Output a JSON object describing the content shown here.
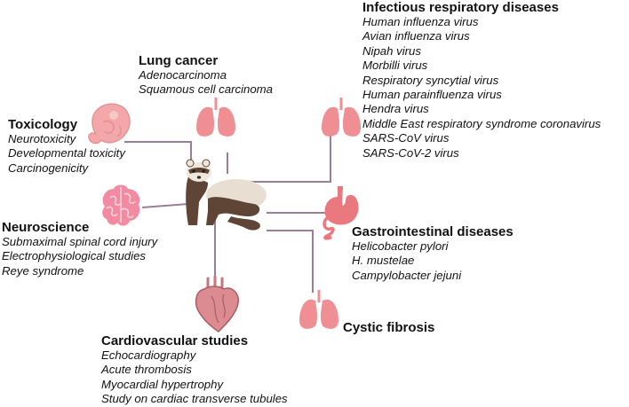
{
  "diagram": {
    "infectious": {
      "title": "Infectious respiratory diseases",
      "items": [
        "Human influenza virus",
        "Avian influenza virus",
        "Nipah virus",
        "Morbilli virus",
        "Respiratory syncytial virus",
        "Human parainfluenza virus",
        "Hendra virus",
        "Middle East respiratory syndrome coronavirus",
        "SARS-CoV virus",
        "SARS-CoV-2 virus"
      ]
    },
    "lung_cancer": {
      "title": "Lung cancer",
      "items": [
        "Adenocarcinoma",
        "Squamous cell carcinoma"
      ]
    },
    "toxicology": {
      "title": "Toxicology",
      "items": [
        "Neurotoxicity",
        "Developmental toxicity",
        "Carcinogenicity"
      ]
    },
    "neuroscience": {
      "title": "Neuroscience",
      "items": [
        "Submaximal spinal cord injury",
        "Electrophysiological studies",
        "Reye syndrome"
      ]
    },
    "gastrointestinal": {
      "title": "Gastrointestinal diseases",
      "items": [
        "Helicobacter pylori",
        "H. mustelae",
        "Campylobacter jejuni"
      ]
    },
    "cystic_fibrosis": {
      "title": "Cystic fibrosis"
    },
    "cardiovascular": {
      "title": "Cardiovascular studies",
      "items": [
        "Echocardiography",
        "Acute thrombosis",
        "Myocardial hypertrophy",
        "Study on cardiac transverse tubules"
      ]
    },
    "colors": {
      "connector": "#9b7d96",
      "lung": "#ef8f94",
      "organ_pink": "#f3a7a9",
      "brain": "#f28ba2",
      "stomach": "#e9787f",
      "heart": "#d9898e",
      "ferret_dark": "#5e4535",
      "ferret_light": "#efe6dc"
    },
    "icons": [
      "embryo-icon",
      "brain-icon",
      "lungs-icon",
      "stomach-icon",
      "heart-icon",
      "ferret-icon"
    ]
  }
}
